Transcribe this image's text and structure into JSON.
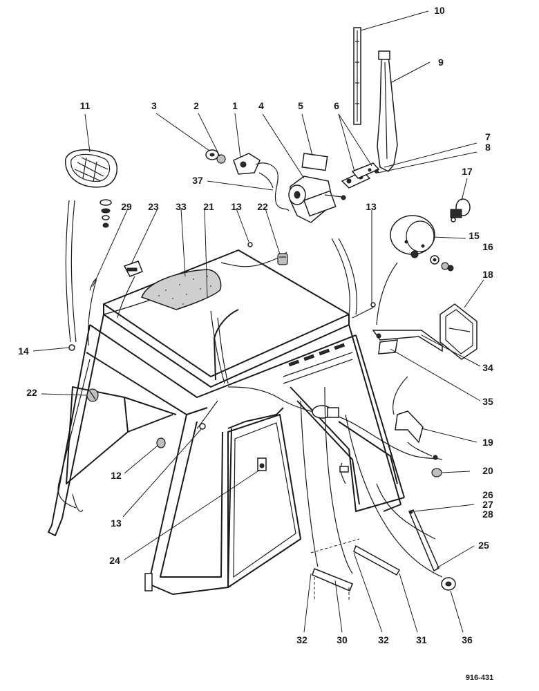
{
  "drawing_ref": "916-431",
  "callouts": {
    "c1": "1",
    "c2": "2",
    "c3": "3",
    "c4": "4",
    "c5": "5",
    "c6": "6",
    "c7": "7",
    "c8": "8",
    "c9": "9",
    "c10": "10",
    "c11": "11",
    "c12": "12",
    "c13a": "13",
    "c13b": "13",
    "c13c": "13",
    "c14": "14",
    "c15": "15",
    "c16": "16",
    "c17": "17",
    "c18": "18",
    "c19": "19",
    "c20": "20",
    "c21": "21",
    "c22a": "22",
    "c22b": "22",
    "c23": "23",
    "c24": "24",
    "c25": "25",
    "c26": "26",
    "c27": "27",
    "c28": "28",
    "c29": "29",
    "c30": "30",
    "c31": "31",
    "c32a": "32",
    "c32b": "32",
    "c33": "33",
    "c34": "34",
    "c35": "35",
    "c36": "36",
    "c37": "37"
  }
}
